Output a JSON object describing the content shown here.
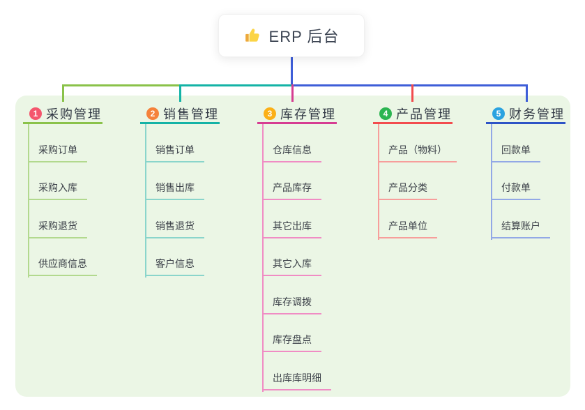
{
  "root": {
    "label": "ERP 后台",
    "icon": "thumbs-up-icon"
  },
  "colors": {
    "trunk": "#3e5ed8",
    "panel_bg": "#ebf6e5",
    "card_bg": "#ffffff",
    "title_text": "#323945",
    "sub_text": "#3c4149",
    "thumb_hand": "#fbd445",
    "thumb_sleeve": "#eda93b"
  },
  "branches": [
    {
      "badge": "1",
      "title": "采购管理",
      "badge_color": "#f4566d",
      "line_color": "#8ac24a",
      "sub_line_color": "#b2d98e",
      "children": [
        "采购订单",
        "采购入库",
        "采购退货",
        "供应商信息"
      ]
    },
    {
      "badge": "2",
      "title": "销售管理",
      "badge_color": "#f5823b",
      "line_color": "#14b3a6",
      "sub_line_color": "#8ad5cb",
      "children": [
        "销售订单",
        "销售出库",
        "销售退货",
        "客户信息"
      ]
    },
    {
      "badge": "3",
      "title": "库存管理",
      "badge_color": "#fbb017",
      "line_color": "#d63d92",
      "sub_line_color": "#f08cc4",
      "children": [
        "仓库信息",
        "产品库存",
        "其它出库",
        "其它入库",
        "库存调拨",
        "库存盘点",
        "出库库明细"
      ]
    },
    {
      "badge": "4",
      "title": "产品管理",
      "badge_color": "#2cb551",
      "line_color": "#f24c4e",
      "sub_line_color": "#f79e9b",
      "children": [
        "产品（物料）",
        "产品分类",
        "产品单位"
      ]
    },
    {
      "badge": "5",
      "title": "财务管理",
      "badge_color": "#2ba3e0",
      "line_color": "#2e54c6",
      "sub_line_color": "#92a8e6",
      "children": [
        "回款单",
        "付款单",
        "结算账户"
      ]
    }
  ]
}
